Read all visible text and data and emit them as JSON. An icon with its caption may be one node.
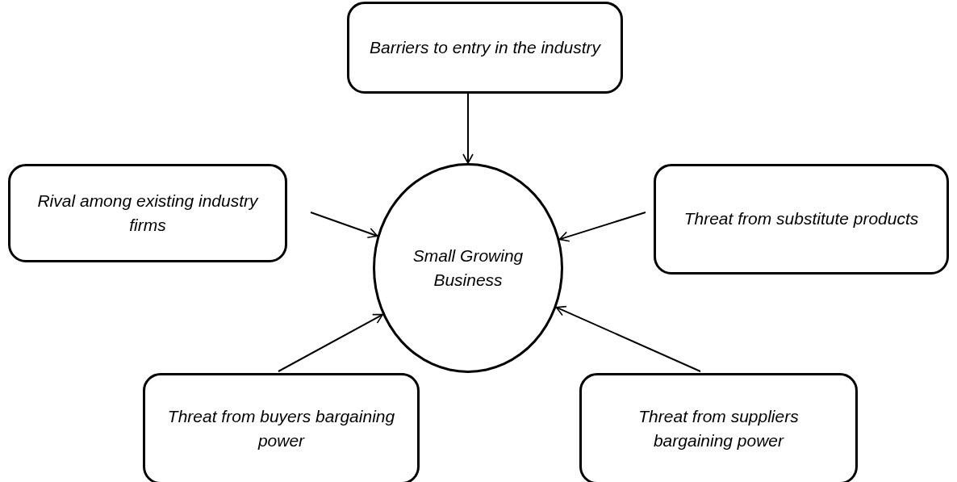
{
  "diagram": {
    "nodes": [
      {
        "text": [
          "Barriers to entry in the industry"
        ]
      },
      {
        "text": [
          "Rival among existing industry firms"
        ]
      },
      {
        "text": [
          "Small Growing Business"
        ]
      },
      {
        "text": [
          "Threat from substitute products"
        ]
      },
      {
        "text": [
          "Threat from buyers bargaining power"
        ]
      },
      {
        "text": [
          "Threat from suppliers bargaining power"
        ]
      }
    ],
    "edges": [
      {
        "from": 0,
        "to": 2,
        "arrow": "to"
      },
      {
        "from": 1,
        "to": 2,
        "arrow": "to"
      },
      {
        "from": 3,
        "to": 2,
        "arrow": "to"
      },
      {
        "from": 4,
        "to": 2,
        "arrow": "to"
      },
      {
        "from": 5,
        "to": 2,
        "arrow": "to"
      }
    ]
  }
}
